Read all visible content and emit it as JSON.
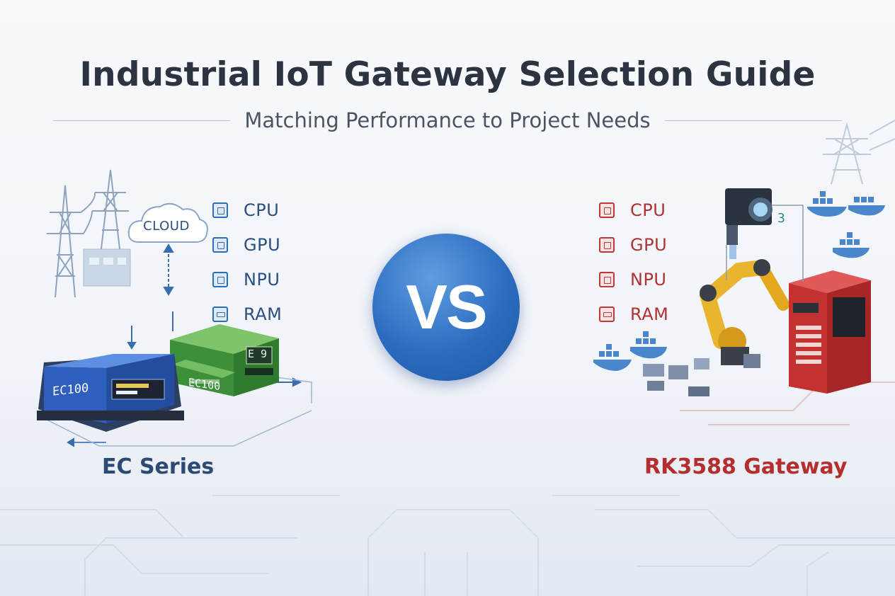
{
  "header": {
    "title": "Industrial IoT Gateway Selection Guide",
    "subtitle": "Matching Performance to Project Needs"
  },
  "left_panel": {
    "cloud_label": "CLOUD",
    "specs": [
      "CPU",
      "GPU",
      "NPU",
      "RAM"
    ],
    "device_labels": {
      "blue_unit": "EC100",
      "green_unit": "EC100",
      "green_display": "E 9"
    },
    "product_name": "EC Series",
    "accent_color": "#2e6fb3"
  },
  "center": {
    "vs_label": "VS",
    "color": "#2c6dc0"
  },
  "right_panel": {
    "specs": [
      "CPU",
      "GPU",
      "NPU",
      "RAM"
    ],
    "camera_label": "3",
    "product_name": "RK3588 Gateway",
    "accent_color": "#b83a3a"
  }
}
